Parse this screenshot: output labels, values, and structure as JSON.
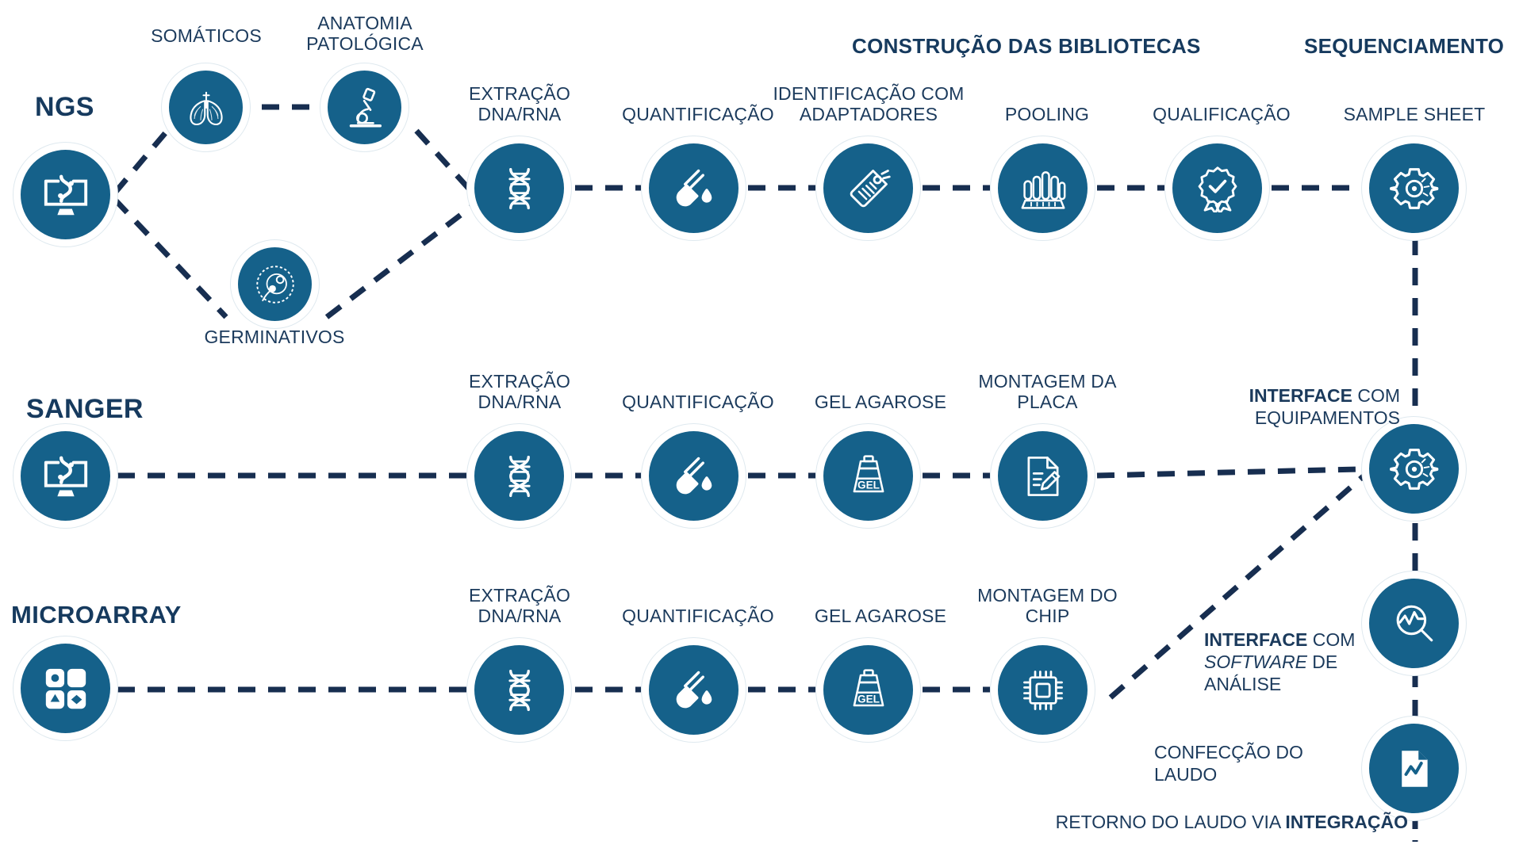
{
  "meta": {
    "title": "Fluxo laboratorial NGS / Sanger / Microarray",
    "colors": {
      "circle_fill": "#15618a",
      "ring": "#dfe9ef",
      "text": "#1b3a5c",
      "heading": "#163a5e",
      "dash": "#172e50",
      "background": "#ffffff"
    }
  },
  "phases": {
    "libraries": "CONSTRUÇÃO DAS BIBLIOTECAS",
    "sequencing": "SEQUENCIAMENTO"
  },
  "rows": {
    "ngs": {
      "name": "NGS"
    },
    "sanger": {
      "name": "SANGER"
    },
    "microarray": {
      "name": "MICROARRAY"
    }
  },
  "ngs_branches": {
    "somaticos": "SOMÁTICOS",
    "anatomia": "ANATOMIA\nPATOLÓGICA",
    "germinativos": "GERMINATIVOS"
  },
  "ngs_steps": [
    {
      "label": "EXTRAÇÃO\nDNA/RNA",
      "icon": "dna-helix-icon"
    },
    {
      "label": "QUANTIFICAÇÃO",
      "icon": "test-tube-drop-icon"
    },
    {
      "label": "IDENTIFICAÇÃO COM\nADAPTADORES",
      "icon": "barcode-tag-icon"
    },
    {
      "label": "POOLING",
      "icon": "tube-rack-icon"
    },
    {
      "label": "QUALIFICAÇÃO",
      "icon": "quality-seal-icon"
    },
    {
      "label": "SAMPLE SHEET",
      "icon": "gear-icon"
    }
  ],
  "sanger_steps": [
    {
      "label": "EXTRAÇÃO\nDNA/RNA",
      "icon": "dna-helix-icon"
    },
    {
      "label": "QUANTIFICAÇÃO",
      "icon": "test-tube-drop-icon"
    },
    {
      "label": "GEL AGAROSE",
      "icon": "gel-icon",
      "icon_text": "GEL"
    },
    {
      "label": "MONTAGEM DA\nPLACA",
      "icon": "document-pen-icon"
    }
  ],
  "microarray_steps": [
    {
      "label": "EXTRAÇÃO\nDNA/RNA",
      "icon": "dna-helix-icon"
    },
    {
      "label": "QUANTIFICAÇÃO",
      "icon": "test-tube-drop-icon"
    },
    {
      "label": "GEL AGAROSE",
      "icon": "gel-icon",
      "icon_text": "GEL"
    },
    {
      "label": "MONTAGEM DO\nCHIP",
      "icon": "chip-icon"
    }
  ],
  "right_column": {
    "interface_equip": {
      "strong": "INTERFACE",
      "rest": " COM\nEQUIPAMENTOS"
    },
    "interface_software_1": "INTERFACE",
    "interface_software_2": " COM",
    "interface_software_3": "SOFTWARE",
    "interface_software_4": " DE",
    "interface_software_5": "ANÁLISE",
    "confeccao": "CONFECÇÃO DO\nLAUDO",
    "retorno_plain": "RETORNO DO LAUDO VIA ",
    "retorno_strong": "INTEGRAÇÃO"
  },
  "right_nodes": [
    {
      "name": "interface-equipamentos-node",
      "icon": "gear-icon"
    },
    {
      "name": "interface-software-node",
      "icon": "analysis-magnifier-icon"
    },
    {
      "name": "confeccao-laudo-node",
      "icon": "report-chart-icon"
    }
  ],
  "entry_nodes": {
    "ngs": "monitor-dna-icon",
    "sanger": "monitor-dna-icon",
    "microarray": "microarray-grid-icon"
  }
}
